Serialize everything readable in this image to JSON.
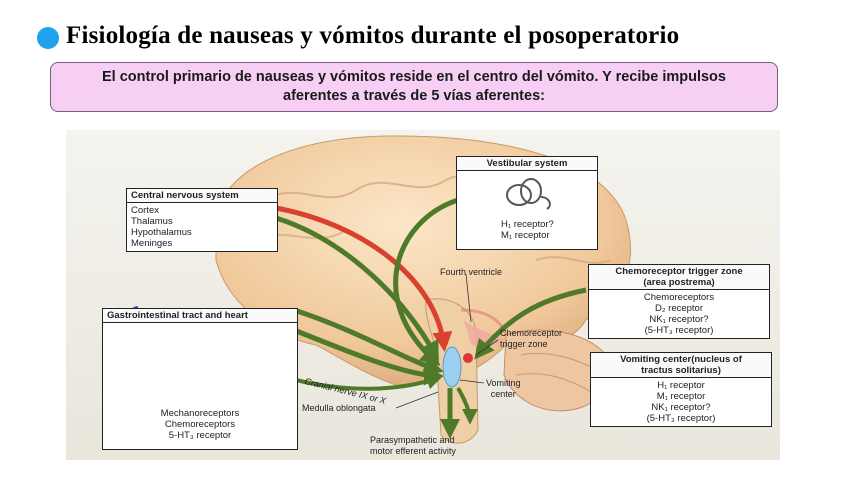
{
  "title": "Fisiología de nauseas y vómitos durante el posoperatorio",
  "note": "El control primario de nauseas y vómitos reside en el centro del vómito. Y recibe impulsos aferentes a través de 5 vías aferentes:",
  "diagram": {
    "cns": {
      "header": "Central nervous system",
      "items": [
        "Cortex",
        "Thalamus",
        "Hypothalamus",
        "Meninges"
      ]
    },
    "vestibular": {
      "header": "Vestibular system",
      "items": [
        "H₁ receptor?",
        "M₁ receptor"
      ]
    },
    "gi": {
      "header": "Gastrointestinal tract and heart",
      "items": [
        "Mechanoreceptors",
        "Chemoreceptors",
        "5-HT₃ receptor"
      ]
    },
    "ctz": {
      "header_line1": "Chemoreceptor trigger zone",
      "header_line2": "(area postrema)",
      "items": [
        "Chemoreceptors",
        "D₂ receptor",
        "NK₁ receptor?",
        "(5-HT₃ receptor)"
      ]
    },
    "vomiting_center": {
      "header_line1": "Vomiting center(nucleus of",
      "header_line2": "tractus solitarius)",
      "items": [
        "H₁ receptor",
        "M₁ receptor",
        "NK₁ receptor?",
        "(5-HT₃ receptor)"
      ]
    },
    "labels": {
      "fourth_ventricle": "Fourth ventricle",
      "ctz_point_line1": "Chemoreceptor",
      "ctz_point_line2": "trigger zone",
      "vc_point_line1": "Vomiting",
      "vc_point_line2": "center",
      "cranial_nerve": "Cranial nerve IX or X",
      "medulla": "Medulla oblongata",
      "para_line1": "Parasympathetic and",
      "para_line2": "motor efferent activity"
    }
  }
}
